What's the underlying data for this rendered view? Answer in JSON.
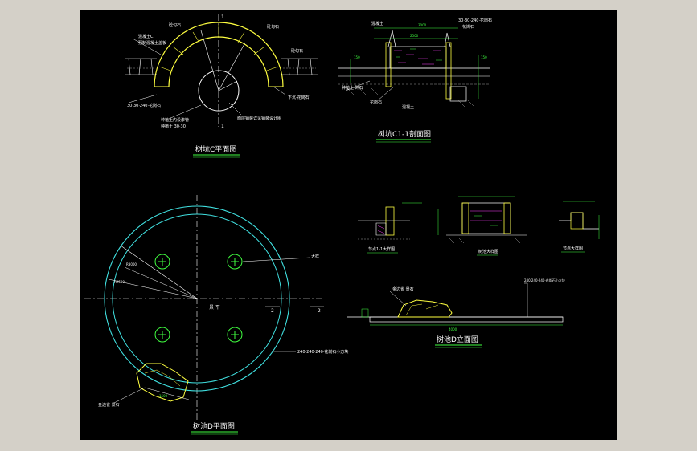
{
  "drawing": {
    "colors": {
      "frame": "#d4d0c8",
      "background": "#000000",
      "outline": "#ffff40",
      "cyan": "#40e0e0",
      "green": "#40ff40",
      "white": "#ffffff",
      "magenta": "#ff40ff",
      "red": "#ff4040",
      "grey": "#a0a0a0"
    },
    "titles": {
      "top_left": "树坑C平面图",
      "top_right": "树坑C1-1剖面图",
      "bottom_left": "树池D平面图",
      "bottom_right": "树池D立面图",
      "detail_1": "节点1-1大样图",
      "detail_2": "树池大样图",
      "detail_3": "节点大样图"
    },
    "annotations": {
      "a1": "砼勾石",
      "a2": "砼勾石",
      "a3": "砼勾石",
      "a4": "混凝土C",
      "a5": "预制混凝土盖板",
      "a6": "混凝土",
      "a7": "30·30·240·花岗石",
      "a8": "种植土内设渗管",
      "a9": "种植土 30·30",
      "a10": "面层铺装详见铺装设计图",
      "a11": "下沉·花岗石",
      "a12": "1",
      "a13": "1",
      "b1": "大样",
      "b2": "240·240·240·花岗石小方块",
      "b3": "金边雀 景石",
      "b4": "景 平",
      "b5": "2",
      "b6": "2",
      "b7": "R3000",
      "b8": "R2500",
      "c1": "240·240·240·花岗石小方块",
      "c2": "金边雀 景石",
      "c3": "4000",
      "d1": "种植土·碎石",
      "d2": "花岗石",
      "d3": "混凝土",
      "e1": "30·30·240·花岗石",
      "e2": "花岗石"
    }
  }
}
